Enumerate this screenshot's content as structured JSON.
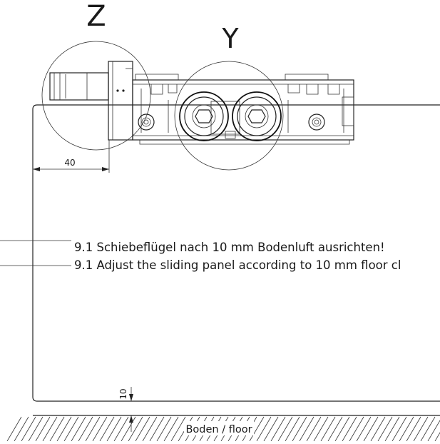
{
  "detail_labels": {
    "z": "Z",
    "y": "Y"
  },
  "dimensions": {
    "width_40": "40",
    "gap_10": "10"
  },
  "instructions": {
    "german": "9.1 Schiebeflügel nach 10 mm Bodenluft ausrichten!",
    "english": "9.1 Adjust the sliding panel according to 10 mm floor cl"
  },
  "floor_label": "Boden / floor",
  "colors": {
    "line": "#222222",
    "background": "#ffffff"
  }
}
